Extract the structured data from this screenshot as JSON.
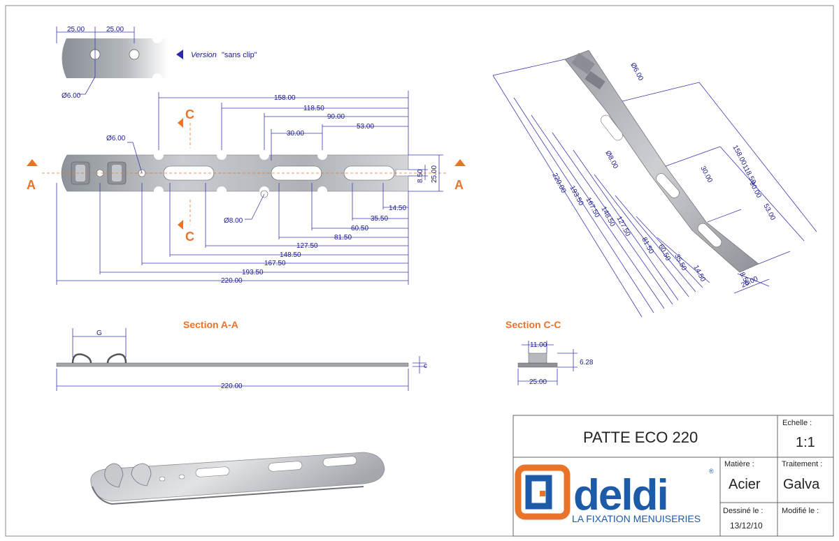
{
  "top_version": {
    "dims": [
      "25.00",
      "25.00"
    ],
    "hole": "Ø6.00",
    "version_word": "Version",
    "version_name": "\"sans clip\""
  },
  "main_view": {
    "hole_small": "Ø6.00",
    "hole_large": "Ø8.00",
    "section_a": "A",
    "section_c": "C",
    "top_dims": [
      "158.00",
      "118.50",
      "90.00",
      "30.00",
      "53.00"
    ],
    "right_dims": [
      "8.50",
      "25.00"
    ],
    "bottom_dims": [
      "14.50",
      "35.50",
      "60.50",
      "81.50",
      "127.50",
      "148.50",
      "167.50",
      "193.50",
      "220.00"
    ]
  },
  "iso_view": {
    "left_dims": [
      "220.00",
      "193.50",
      "167.50",
      "148.50",
      "127.50",
      "81.50",
      "60.50",
      "35.50",
      "14.50"
    ],
    "right_dims": [
      "158.00",
      "118.50",
      "90.00",
      "53.00",
      "30.00"
    ],
    "hole_labels": [
      "Ø6.00",
      "Ø8.00"
    ],
    "end_dims": [
      "8.50",
      "25.00"
    ]
  },
  "section_aa": {
    "title": "Section A-A",
    "gap": "G",
    "thickness": "c",
    "length": "220.00"
  },
  "section_cc": {
    "title": "Section C-C",
    "clip_width": "11.00",
    "height": "6.28",
    "width": "25.00"
  },
  "title_block": {
    "title": "PATTE ECO 220",
    "scale_label": "Echelle :",
    "scale_value": "1:1",
    "material_label": "Matière :",
    "material_value": "Acier",
    "treatment_label": "Traitement :",
    "treatment_value": "Galva",
    "drawn_label": "Dessiné le :",
    "drawn_value": "13/12/10",
    "modified_label": "Modifié le :",
    "modified_value": "",
    "brand_name": "deldi",
    "brand_tagline": "LA FIXATION MENUISERIES",
    "registered": "®"
  },
  "colors": {
    "dimension_blue": "#3a3ab0",
    "section_orange": "#e8742a",
    "brand_blue": "#1d5aa8",
    "brand_orange": "#e8742a",
    "steel_grey": "#a9adb3"
  }
}
